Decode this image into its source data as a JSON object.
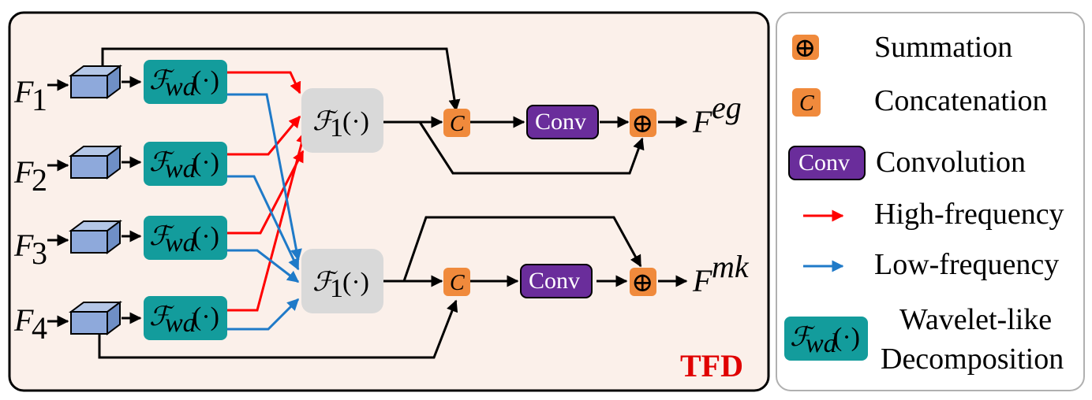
{
  "diagram": {
    "module_label": "TFD",
    "inputs": [
      {
        "base": "F",
        "sub": "1"
      },
      {
        "base": "F",
        "sub": "2"
      },
      {
        "base": "F",
        "sub": "3"
      },
      {
        "base": "F",
        "sub": "4"
      }
    ],
    "wavelet_box_label": "ℱ",
    "wavelet_box_sub": "wd",
    "wavelet_box_arg": "(·)",
    "f1_box_label": "ℱ",
    "f1_box_sub": "1",
    "f1_box_arg": "(·)",
    "concat_symbol": "C",
    "conv_label": "Conv",
    "sum_symbol": "⊕",
    "outputs": [
      {
        "base": "F",
        "sup": "eg"
      },
      {
        "base": "F",
        "sup": "mk"
      }
    ]
  },
  "legend": {
    "items": [
      {
        "symbol": "⊕",
        "text": "Summation"
      },
      {
        "symbol": "C",
        "text": "Concatenation"
      },
      {
        "symbol": "Conv",
        "text": "Convolution"
      },
      {
        "symbol": "",
        "text": "High-frequency"
      },
      {
        "symbol": "",
        "text": "Low-frequency"
      }
    ],
    "wavelet_text_line1": "Wavelet-like",
    "wavelet_text_line2": "Decomposition"
  },
  "colors": {
    "panel_bg": "#fbf0ea",
    "teal": "#139c9c",
    "orange": "#f08a3c",
    "purple": "#6a2d9b",
    "gray": "#d9d9d9",
    "cube": "#8ea9db",
    "high": "#ff0000",
    "low": "#1f7ac8",
    "tfd_red": "#e00000"
  }
}
